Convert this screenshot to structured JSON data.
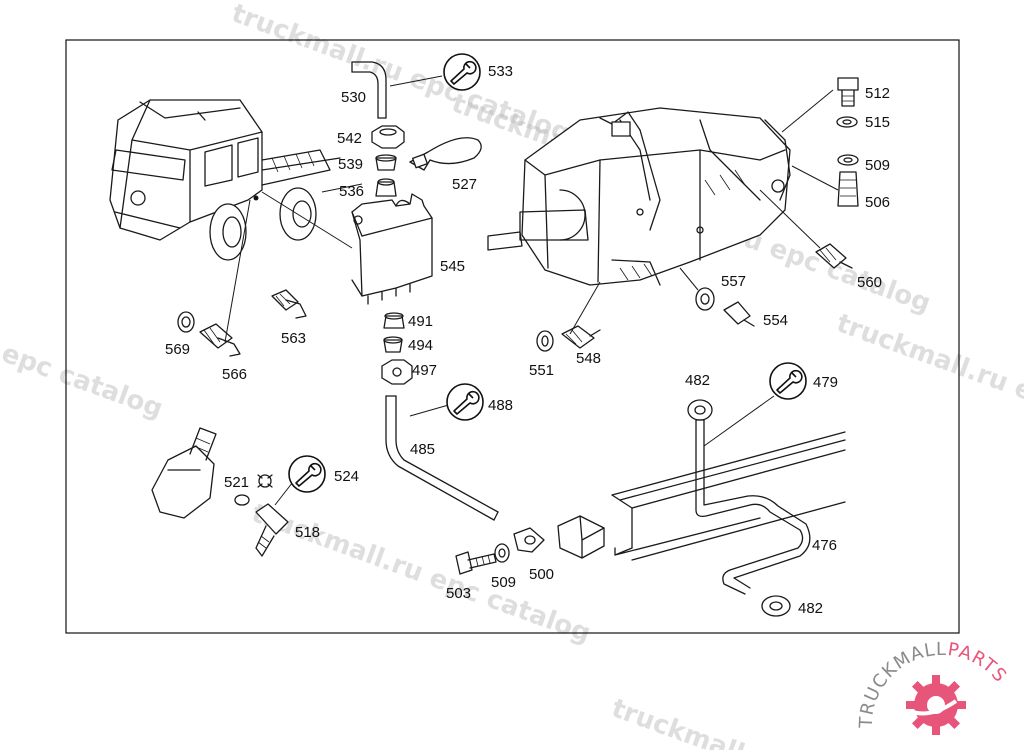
{
  "callouts": {
    "c530": "530",
    "c533": "533",
    "c542": "542",
    "c539": "539",
    "c536": "536",
    "c527": "527",
    "c545": "545",
    "c491": "491",
    "c494": "494",
    "c497": "497",
    "c488": "488",
    "c485": "485",
    "c569": "569",
    "c566": "566",
    "c563": "563",
    "c521": "521",
    "c524": "524",
    "c518": "518",
    "c512": "512",
    "c515": "515",
    "c509a": "509",
    "c506": "506",
    "c560": "560",
    "c557": "557",
    "c554": "554",
    "c551": "551",
    "c548": "548",
    "c482a": "482",
    "c479": "479",
    "c476": "476",
    "c482b": "482",
    "c503": "503",
    "c509b": "509",
    "c500": "500"
  },
  "watermark": {
    "text_a": "truckmall.ru epc catalog",
    "text_b": "truckmall.ru",
    "text_c": "epc catalog"
  },
  "logo": {
    "text_main": "TRUCKMALL",
    "text_accent": "PARTS",
    "accent_color": "#e8557a",
    "main_color": "#8a8a8a"
  },
  "icons": {
    "wrench_symbol": "wrench-circle-icon"
  }
}
